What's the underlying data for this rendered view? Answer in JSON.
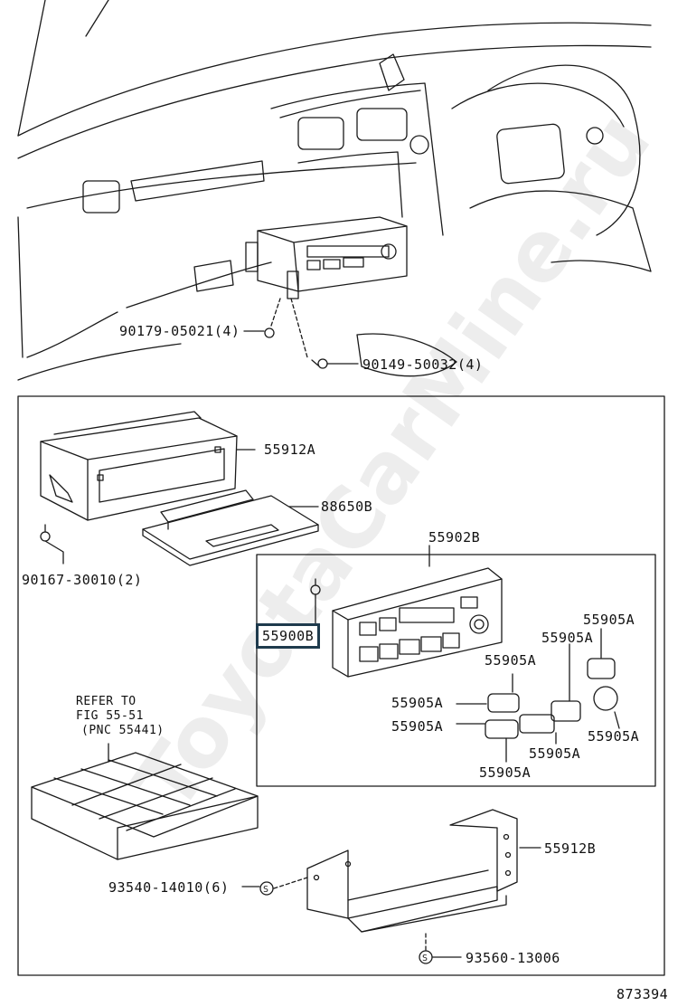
{
  "watermark": "ToyotaCarMine.ru",
  "labels": {
    "p1": "90179-05021(4)",
    "p2": "90149-50032(4)",
    "p3": "55912A",
    "p4": "88650B",
    "p5": "90167-30010(2)",
    "p6": "55902B",
    "p7": "55900B",
    "p8": "55905A",
    "p9": "55905A",
    "p10": "55905A",
    "p11": "55905A",
    "p12": "55905A",
    "p13": "55905A",
    "p14": "55905A",
    "p15": "55905A",
    "ref1": "REFER TO",
    "ref2": "FIG 55-51",
    "ref3": "(PNC 55441)",
    "p16": "55912B",
    "p17": "93540-14010(6)",
    "p18": "93560-13006",
    "fig": "873394"
  },
  "highlight_part": "55900B",
  "colors": {
    "line": "#1a1a1a",
    "highlight": "#1f3b4d"
  }
}
